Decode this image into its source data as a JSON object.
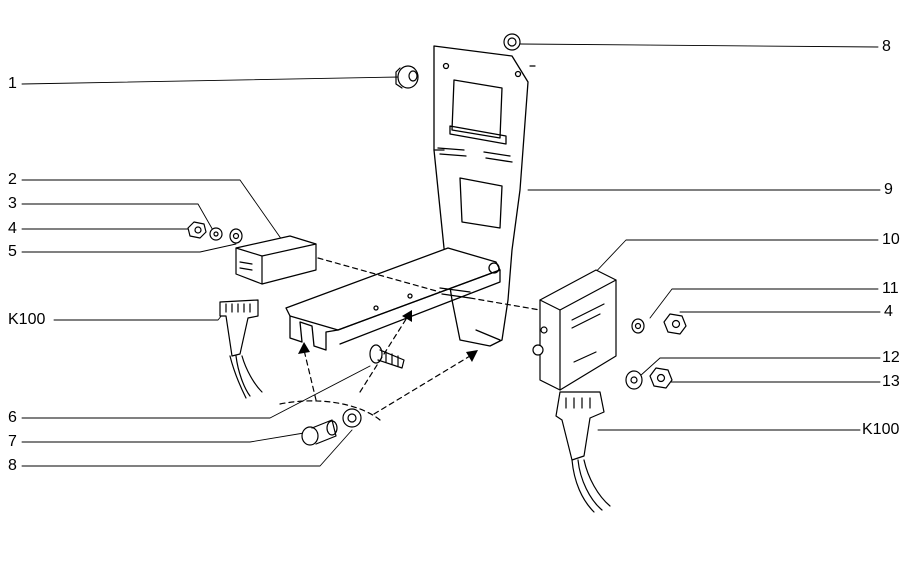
{
  "labels": {
    "left": {
      "n1": "1",
      "n2": "2",
      "n3": "3",
      "n4": "4",
      "n5": "5",
      "k100": "K100",
      "n6": "6",
      "n7": "7",
      "n8": "8"
    },
    "right": {
      "n8": "8",
      "n9": "9",
      "n10": "10",
      "n11": "11",
      "n4": "4",
      "n12": "12",
      "n13": "13",
      "k100": "K100"
    }
  },
  "colors": {
    "line": "#000000",
    "background": "#ffffff"
  }
}
